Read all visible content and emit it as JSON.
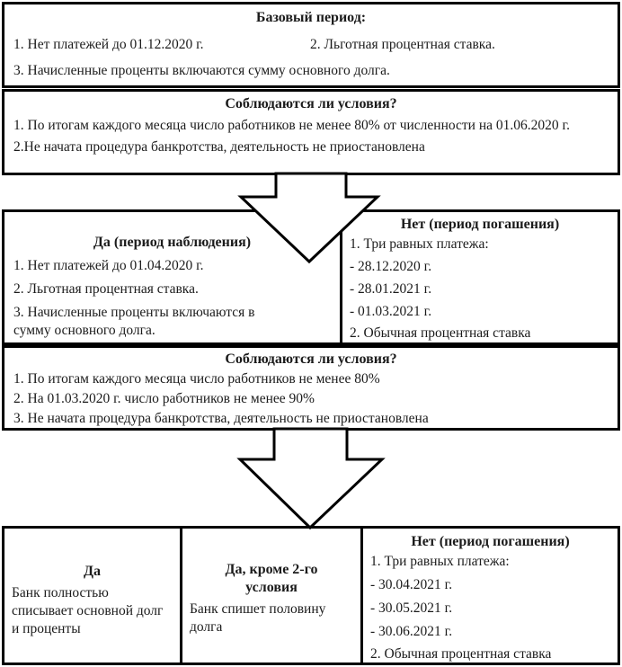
{
  "base_period": {
    "title": "Базовый период:",
    "item1": "1. Нет платежей до 01.12.2020 г.",
    "item2": "2. Льготная процентная ставка.",
    "item3": "3. Начисленные проценты включаются сумму основного долга."
  },
  "conditions1": {
    "title": "Соблюдаются ли условия?",
    "item1": "1. По итогам каждого месяца число работников не менее 80% от численности на 01.06.2020 г.",
    "item2": "2.Не начата процедура банкротства, деятельность не приостановлена"
  },
  "observation": {
    "title": "Да (период наблюдения)",
    "item1": "1. Нет платежей до 01.04.2020 г.",
    "item2": "2. Льготная процентная ставка.",
    "item3": "3. Начисленные проценты включаются в сумму основного долга."
  },
  "repayment1": {
    "title": "Нет (период погашения)",
    "item1": "1. Три равных платежа:",
    "dates": [
      "- 28.12.2020 г.",
      "- 28.01.2021 г.",
      "- 01.03.2021 г."
    ],
    "item2": "2. Обычная процентная ставка"
  },
  "conditions2": {
    "title": "Соблюдаются ли условия?",
    "item1": "1. По итогам каждого месяца число работников не менее 80%",
    "item2": "2. На 01.03.2020 г. число работников не менее 90%",
    "item3": "3. Не начата процедура банкротства, деятельность не приостановлена"
  },
  "outcome_yes": {
    "title": "Да",
    "body": "Банк полностью списывает основной долг и проценты"
  },
  "outcome_partial": {
    "title": "Да, кроме 2-го условия",
    "body": "Банк спишет половину долга"
  },
  "repayment2": {
    "title": "Нет (период погашения)",
    "item1": "1. Три равных платежа:",
    "dates": [
      "- 30.04.2021 г.",
      "- 30.05.2021 г.",
      "- 30.06.2021 г."
    ],
    "item2": "2. Обычная процентная ставка"
  },
  "colors": {
    "border": "#000000",
    "background": "#ffffff",
    "text": "#1b1b1b"
  }
}
